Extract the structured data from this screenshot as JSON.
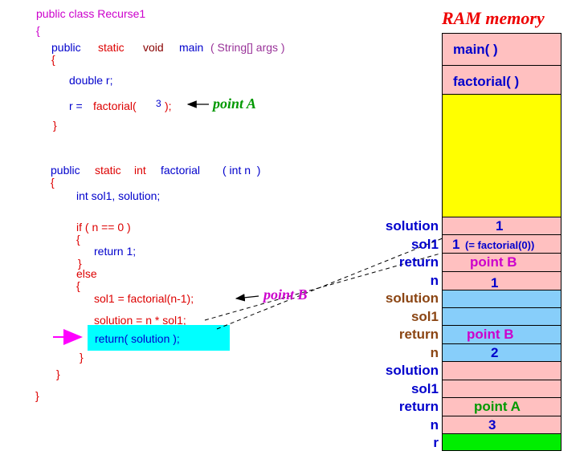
{
  "code": {
    "class_decl": "public class Recurse1",
    "open1": "{",
    "main_public": "public",
    "main_static": "static",
    "main_void": "void",
    "main_name": "main",
    "main_params": "( String[] args )",
    "open2": "{",
    "double_r": "double r;",
    "r_assign": "r =",
    "factorial_call": "factorial(",
    "arg3": "3",
    "call_end": ");",
    "close2": "}",
    "fact_public": "public",
    "fact_static": "static",
    "fact_int": "int",
    "fact_name": "factorial",
    "fact_params": "( int n  )",
    "open3": "{",
    "decl": "int sol1, solution;",
    "if_line": "if ( n == 0 )",
    "open4": "{",
    "return1": "return 1;",
    "close4": "}",
    "else": "else",
    "open5": "{",
    "sol1_assign": "sol1 = factorial(n-1);",
    "solution_assign": "solution = n * sol1;",
    "return_solution": "return( solution );",
    "close5": "}",
    "close3": "}",
    "close1": "}"
  },
  "annotations": {
    "point_a": "point A",
    "point_b": "point B"
  },
  "memory": {
    "title": "RAM memory",
    "frames": {
      "main": "main( )",
      "factorial": "factorial( )"
    },
    "labels": {
      "solution_1": "solution",
      "sol1_1": "sol1",
      "return_1": "return",
      "n_1": "n",
      "solution_2": "solution",
      "sol1_2": "sol1",
      "return_2": "return",
      "n_2": "n",
      "solution_3": "solution",
      "sol1_3": "sol1",
      "return_3": "return",
      "n_3": "n",
      "r": "r"
    },
    "values": {
      "solution_1": "1",
      "sol1_1_main": "1",
      "sol1_1_note": "(= factorial(0))",
      "return_1": "point B",
      "n_1": "1",
      "return_2": "point B",
      "n_2": "2",
      "return_3": "point A",
      "n_3": "3"
    }
  },
  "colors": {
    "pink": "#ffc0c0",
    "yellow": "#ffff00",
    "light_blue": "#87cefa",
    "green": "#00ee00",
    "cyan": "#00ffff"
  }
}
